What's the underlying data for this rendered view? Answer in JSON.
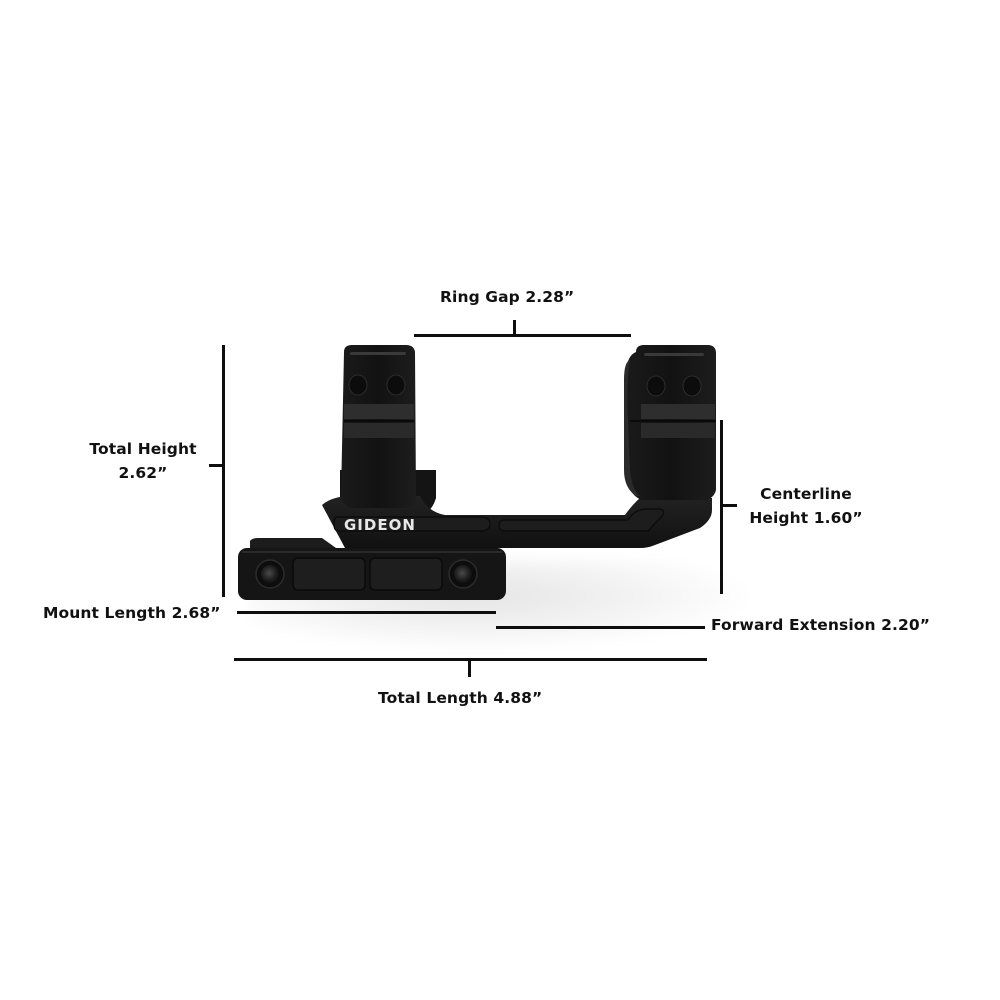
{
  "product": {
    "brand_text": "GIDEON",
    "type": "scope-mount",
    "colors": {
      "body": "#161616",
      "highlight": "#3a3a3a",
      "background": "#ffffff",
      "line": "#0e0e0e",
      "text": "#111111",
      "brand_text": "#e8e8e8"
    }
  },
  "dimensions": {
    "ring_gap": {
      "label": "Ring Gap 2.28”",
      "value": 2.28,
      "unit": "in"
    },
    "total_height": {
      "label_line1": "Total Height",
      "label_line2": "2.62”",
      "value": 2.62,
      "unit": "in"
    },
    "centerline_height": {
      "label_line1": "Centerline",
      "label_line2": "Height 1.60”",
      "value": 1.6,
      "unit": "in"
    },
    "mount_length": {
      "label": "Mount Length 2.68”",
      "value": 2.68,
      "unit": "in"
    },
    "forward_extension": {
      "label": "Forward Extension 2.20”",
      "value": 2.2,
      "unit": "in"
    },
    "total_length": {
      "label": "Total Length 4.88”",
      "value": 4.88,
      "unit": "in"
    }
  }
}
